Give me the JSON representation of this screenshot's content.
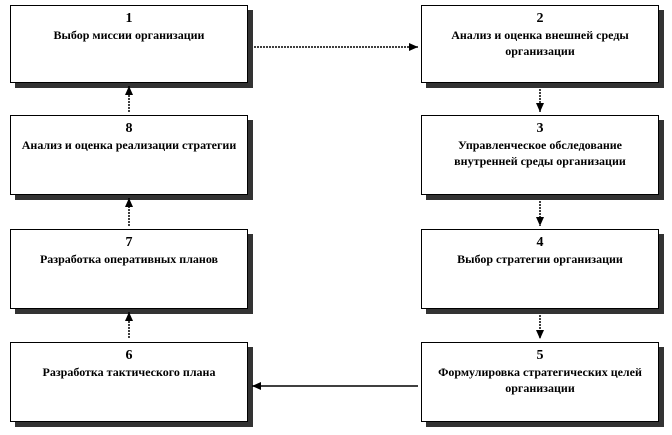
{
  "steps": [
    {
      "id": "1",
      "number": "1",
      "label": "Выбор миссии организации"
    },
    {
      "id": "2",
      "number": "2",
      "label": "Анализ и оценка внешней среды организации"
    },
    {
      "id": "3",
      "number": "3",
      "label": "Управленческое обследование внутренней среды организации"
    },
    {
      "id": "4",
      "number": "4",
      "label": "Выбор стратегии организации"
    },
    {
      "id": "5",
      "number": "5",
      "label": "Формулировка стратегических целей организации"
    },
    {
      "id": "6",
      "number": "6",
      "label": "Разработка тактического плана"
    },
    {
      "id": "7",
      "number": "7",
      "label": "Разработка оперативных планов"
    },
    {
      "id": "8",
      "number": "8",
      "label": "Анализ и оценка реализации стратегии"
    }
  ],
  "colors": {
    "box_border": "#000000",
    "box_shadow": "#333333",
    "arrow": "#000000",
    "background": "#ffffff"
  }
}
